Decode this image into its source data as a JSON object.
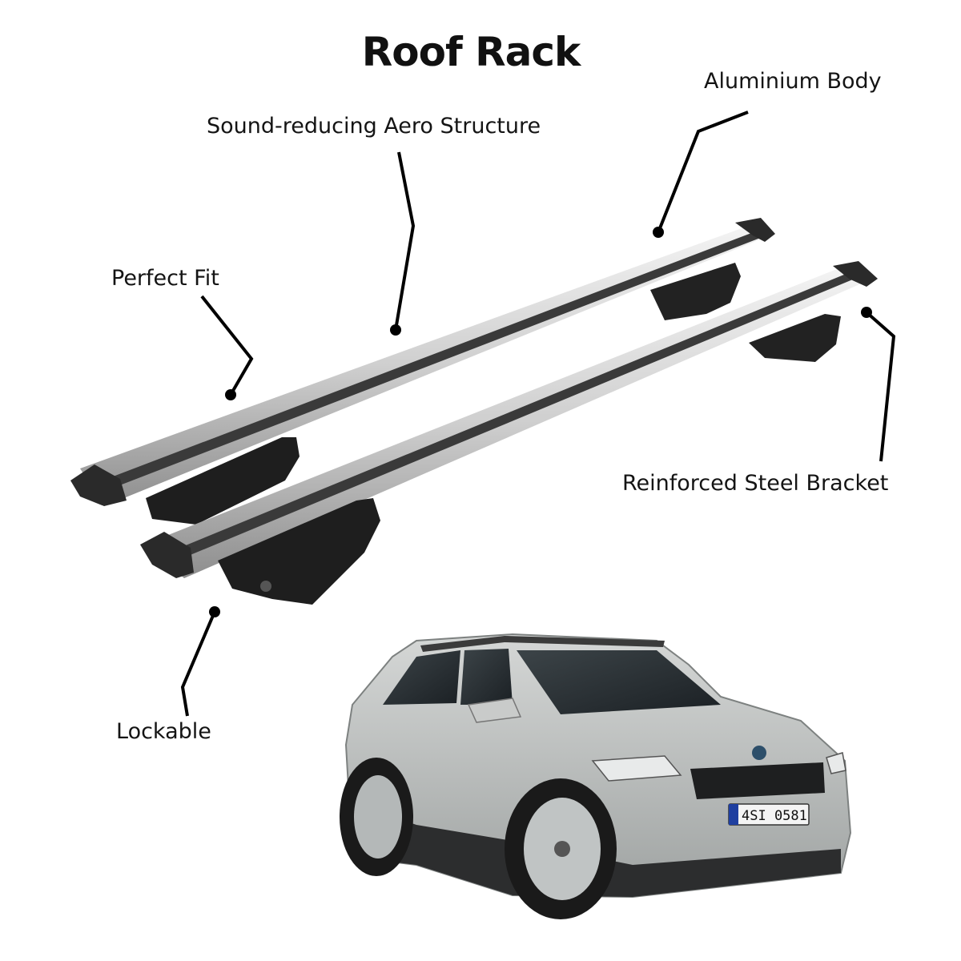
{
  "title": "Roof Rack",
  "labels": {
    "aero": "Sound-reducing Aero Structure",
    "aluminium": "Aluminium Body",
    "fit": "Perfect Fit",
    "steel": "Reinforced Steel Bracket",
    "lock": "Lockable"
  },
  "plate": "4SI 0581",
  "colors": {
    "bar_silver": "#cfcfcf",
    "bar_rubber": "#3a3a3a",
    "foot_black": "#1e1e1e",
    "car_body": "#b7bab9",
    "leader": "#000000"
  }
}
